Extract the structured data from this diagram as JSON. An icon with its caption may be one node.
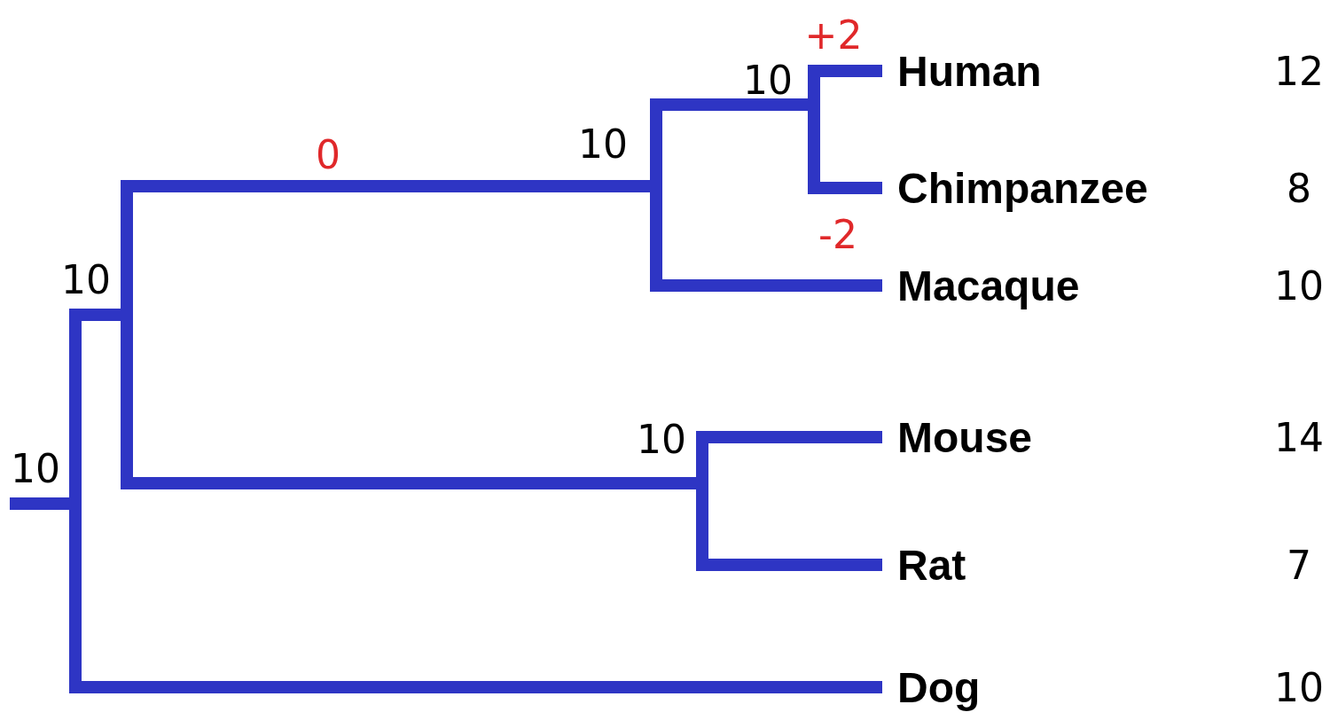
{
  "diagram": {
    "nodes": [
      {
        "text": [
          "10"
        ]
      },
      {
        "text": [
          "10"
        ]
      },
      {
        "text": [
          "10"
        ]
      },
      {
        "text": [
          "10"
        ]
      },
      {
        "text": [
          "Human"
        ]
      },
      {
        "text": [
          "Chimpanzee"
        ]
      },
      {
        "text": [
          "Macaque"
        ]
      },
      {
        "text": [
          "10"
        ]
      },
      {
        "text": [
          "Mouse"
        ]
      },
      {
        "text": [
          "Rat"
        ]
      },
      {
        "text": [
          "Dog"
        ]
      }
    ],
    "edges": [
      {
        "from": null,
        "to": 0,
        "arrow": "none"
      },
      {
        "from": 0,
        "to": 1,
        "arrow": "none"
      },
      {
        "from": 0,
        "to": 10,
        "arrow": "none"
      },
      {
        "from": 1,
        "to": 2,
        "arrow": "none",
        "label": "0"
      },
      {
        "from": 1,
        "to": 7,
        "arrow": "none"
      },
      {
        "from": 2,
        "to": 3,
        "arrow": "none"
      },
      {
        "from": 2,
        "to": 6,
        "arrow": "none"
      },
      {
        "from": 3,
        "to": 4,
        "arrow": "none",
        "label": "+2"
      },
      {
        "from": 3,
        "to": 5,
        "arrow": "none",
        "label": "-2"
      },
      {
        "from": 7,
        "to": 8,
        "arrow": "none"
      },
      {
        "from": 7,
        "to": 9,
        "arrow": "none"
      }
    ],
    "labels": [
      "12",
      "8",
      "10",
      "14",
      "7",
      "10"
    ]
  }
}
